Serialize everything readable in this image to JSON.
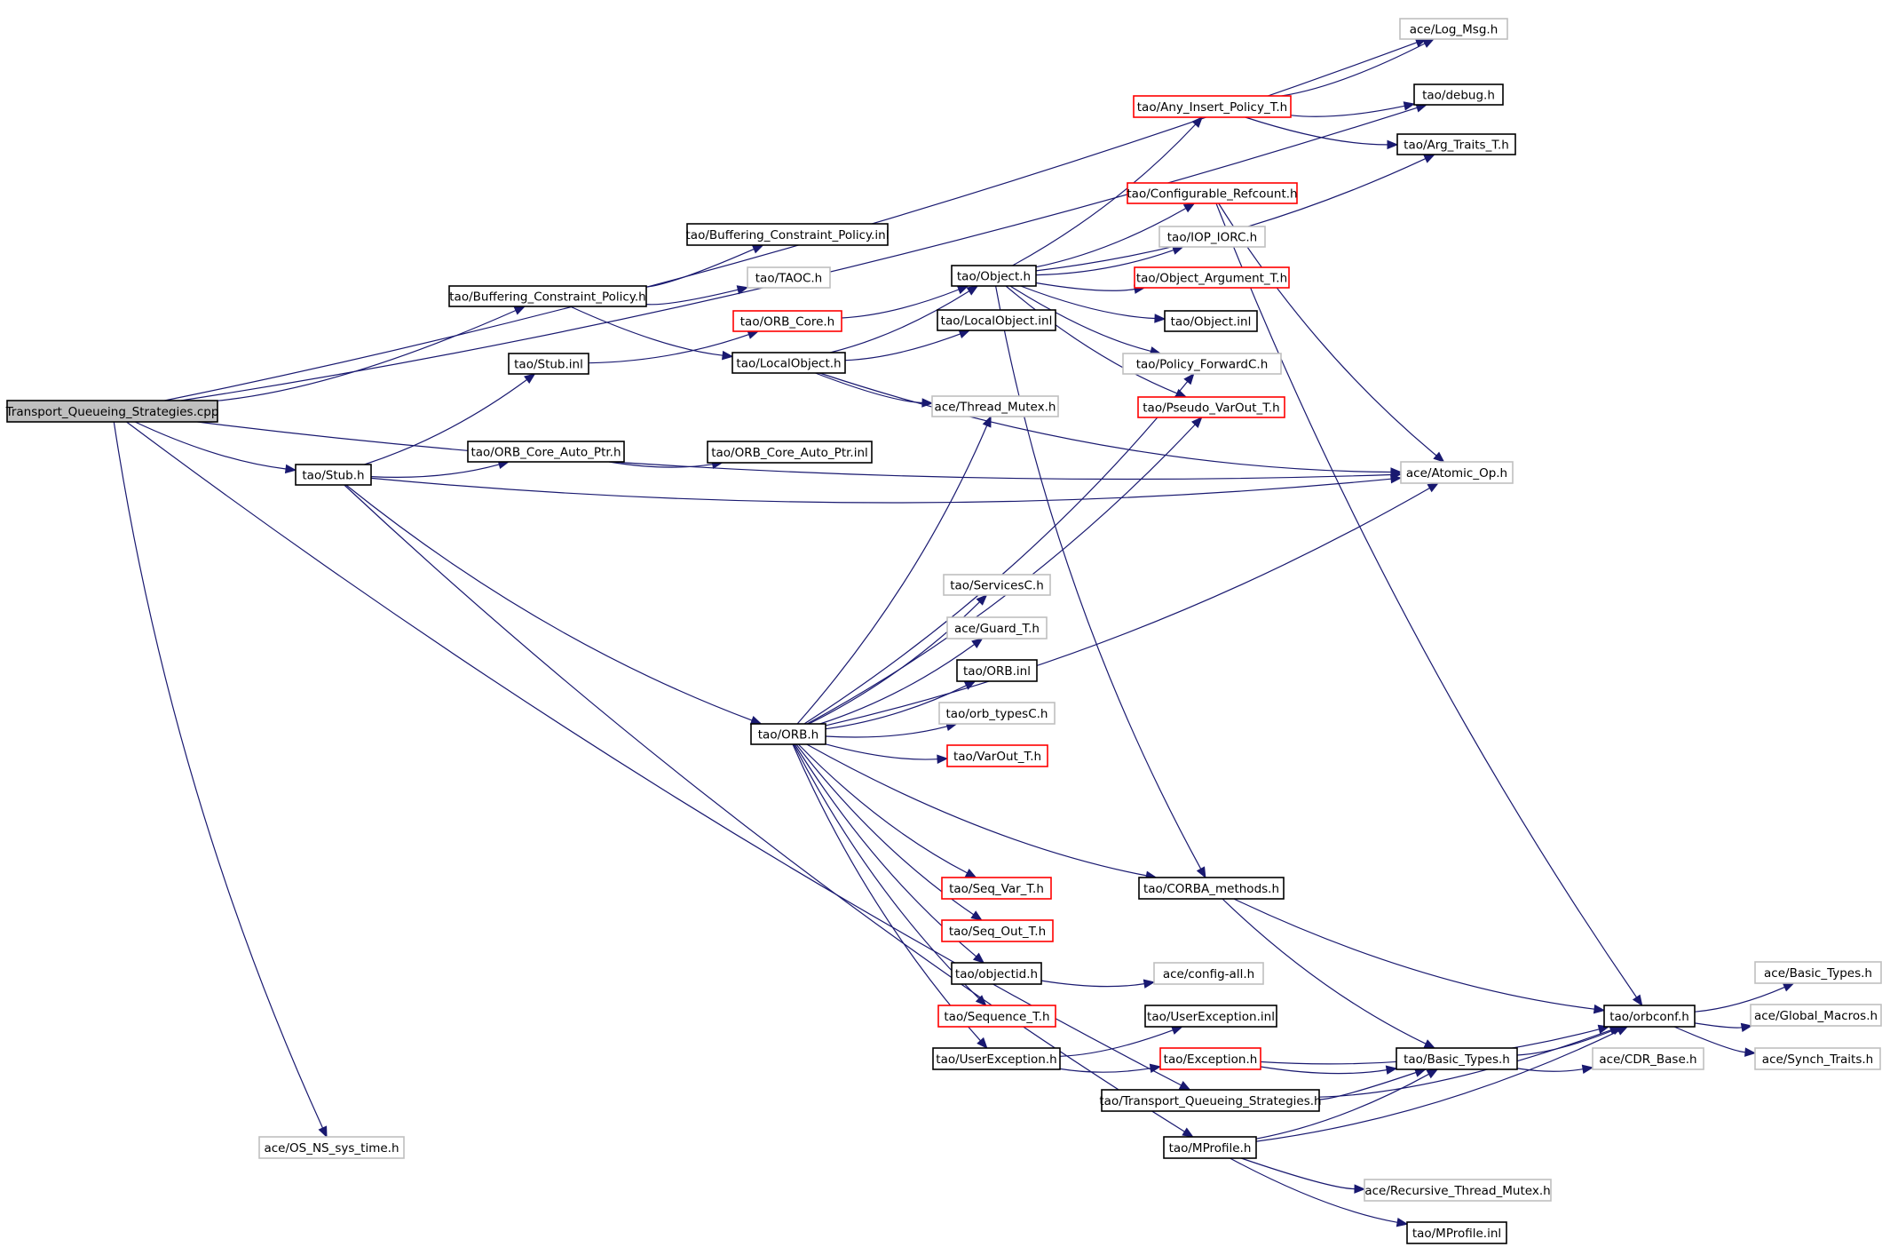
{
  "colors": {
    "edge": "#191970",
    "root_fill": "#bfbfbf",
    "documented_border": "#000000",
    "undocumented_border": "#bfbfbf",
    "incomplete_border": "#ff0000"
  },
  "nodes": [
    {
      "id": "root",
      "label": "Transport_Queueing_Strategies.cpp",
      "style": "root"
    },
    {
      "id": "log_msg",
      "label": "ace/Log_Msg.h",
      "style": "undocumented"
    },
    {
      "id": "debug",
      "label": "tao/debug.h",
      "style": "documented"
    },
    {
      "id": "arg_traits",
      "label": "tao/Arg_Traits_T.h",
      "style": "documented"
    },
    {
      "id": "any_insert",
      "label": "tao/Any_Insert_Policy_T.h",
      "style": "incomplete"
    },
    {
      "id": "conf_refcount",
      "label": "tao/Configurable_Refcount.h",
      "style": "incomplete"
    },
    {
      "id": "iop_iorc",
      "label": "tao/IOP_IORC.h",
      "style": "undocumented"
    },
    {
      "id": "obj_arg",
      "label": "tao/Object_Argument_T.h",
      "style": "incomplete"
    },
    {
      "id": "object_inl",
      "label": "tao/Object.inl",
      "style": "documented"
    },
    {
      "id": "policy_fwd",
      "label": "tao/Policy_ForwardC.h",
      "style": "undocumented"
    },
    {
      "id": "pseudo_varout",
      "label": "tao/Pseudo_VarOut_T.h",
      "style": "incomplete"
    },
    {
      "id": "atomic_op",
      "label": "ace/Atomic_Op.h",
      "style": "undocumented"
    },
    {
      "id": "bcp_inl",
      "label": "tao/Buffering_Constraint_Policy.inl",
      "style": "documented"
    },
    {
      "id": "bcp_h",
      "label": "tao/Buffering_Constraint_Policy.h",
      "style": "documented"
    },
    {
      "id": "taoc",
      "label": "tao/TAOC.h",
      "style": "undocumented"
    },
    {
      "id": "object_h",
      "label": "tao/Object.h",
      "style": "documented"
    },
    {
      "id": "orb_core",
      "label": "tao/ORB_Core.h",
      "style": "incomplete"
    },
    {
      "id": "localobj_inl",
      "label": "tao/LocalObject.inl",
      "style": "documented"
    },
    {
      "id": "localobj_h",
      "label": "tao/LocalObject.h",
      "style": "documented"
    },
    {
      "id": "thread_mutex",
      "label": "ace/Thread_Mutex.h",
      "style": "undocumented"
    },
    {
      "id": "stub_inl",
      "label": "tao/Stub.inl",
      "style": "documented"
    },
    {
      "id": "stub_h",
      "label": "tao/Stub.h",
      "style": "documented"
    },
    {
      "id": "orb_core_auto",
      "label": "tao/ORB_Core_Auto_Ptr.h",
      "style": "documented"
    },
    {
      "id": "orb_core_auto_inl",
      "label": "tao/ORB_Core_Auto_Ptr.inl",
      "style": "documented"
    },
    {
      "id": "servicesc",
      "label": "tao/ServicesC.h",
      "style": "undocumented"
    },
    {
      "id": "guard",
      "label": "ace/Guard_T.h",
      "style": "undocumented"
    },
    {
      "id": "orb_inl",
      "label": "tao/ORB.inl",
      "style": "documented"
    },
    {
      "id": "orb_typesc",
      "label": "tao/orb_typesC.h",
      "style": "undocumented"
    },
    {
      "id": "orb_h",
      "label": "tao/ORB.h",
      "style": "documented"
    },
    {
      "id": "varout",
      "label": "tao/VarOut_T.h",
      "style": "incomplete"
    },
    {
      "id": "seq_var",
      "label": "tao/Seq_Var_T.h",
      "style": "incomplete"
    },
    {
      "id": "corba_methods",
      "label": "tao/CORBA_methods.h",
      "style": "documented"
    },
    {
      "id": "seq_out",
      "label": "tao/Seq_Out_T.h",
      "style": "incomplete"
    },
    {
      "id": "objectid",
      "label": "tao/objectid.h",
      "style": "documented"
    },
    {
      "id": "config_all",
      "label": "ace/config-all.h",
      "style": "undocumented"
    },
    {
      "id": "sequence_t",
      "label": "tao/Sequence_T.h",
      "style": "incomplete"
    },
    {
      "id": "userexc_inl",
      "label": "tao/UserException.inl",
      "style": "documented"
    },
    {
      "id": "userexc_h",
      "label": "tao/UserException.h",
      "style": "documented"
    },
    {
      "id": "exception_h",
      "label": "tao/Exception.h",
      "style": "incomplete"
    },
    {
      "id": "basic_types_tao",
      "label": "tao/Basic_Types.h",
      "style": "documented"
    },
    {
      "id": "orbconf",
      "label": "tao/orbconf.h",
      "style": "documented"
    },
    {
      "id": "cdr_base",
      "label": "ace/CDR_Base.h",
      "style": "undocumented"
    },
    {
      "id": "basic_types_ace",
      "label": "ace/Basic_Types.h",
      "style": "undocumented"
    },
    {
      "id": "global_macros",
      "label": "ace/Global_Macros.h",
      "style": "undocumented"
    },
    {
      "id": "synch_traits",
      "label": "ace/Synch_Traits.h",
      "style": "undocumented"
    },
    {
      "id": "tqs_h",
      "label": "tao/Transport_Queueing_Strategies.h",
      "style": "documented"
    },
    {
      "id": "os_ns",
      "label": "ace/OS_NS_sys_time.h",
      "style": "undocumented"
    },
    {
      "id": "mprofile_h",
      "label": "tao/MProfile.h",
      "style": "documented"
    },
    {
      "id": "rec_thread_mutex",
      "label": "ace/Recursive_Thread_Mutex.h",
      "style": "undocumented"
    },
    {
      "id": "mprofile_inl",
      "label": "tao/MProfile.inl",
      "style": "documented"
    }
  ],
  "edges": [
    [
      "root",
      "log_msg"
    ],
    [
      "root",
      "debug"
    ],
    [
      "root",
      "bcp_h"
    ],
    [
      "root",
      "stub_h"
    ],
    [
      "root",
      "atomic_op"
    ],
    [
      "root",
      "tqs_h"
    ],
    [
      "root",
      "os_ns"
    ],
    [
      "bcp_h",
      "bcp_inl"
    ],
    [
      "bcp_h",
      "taoc"
    ],
    [
      "bcp_h",
      "localobj_h"
    ],
    [
      "stub_h",
      "stub_inl"
    ],
    [
      "stub_h",
      "orb_core_auto"
    ],
    [
      "stub_h",
      "atomic_op"
    ],
    [
      "stub_h",
      "orb_h"
    ],
    [
      "stub_h",
      "mprofile_h"
    ],
    [
      "stub_inl",
      "orb_core"
    ],
    [
      "orb_core",
      "object_h"
    ],
    [
      "orb_core_auto",
      "orb_core_auto_inl"
    ],
    [
      "localobj_h",
      "object_h"
    ],
    [
      "localobj_h",
      "localobj_inl"
    ],
    [
      "localobj_h",
      "thread_mutex"
    ],
    [
      "localobj_h",
      "atomic_op"
    ],
    [
      "object_h",
      "any_insert"
    ],
    [
      "object_h",
      "arg_traits"
    ],
    [
      "object_h",
      "conf_refcount"
    ],
    [
      "object_h",
      "iop_iorc"
    ],
    [
      "object_h",
      "obj_arg"
    ],
    [
      "object_h",
      "object_inl"
    ],
    [
      "object_h",
      "policy_fwd"
    ],
    [
      "object_h",
      "pseudo_varout"
    ],
    [
      "object_h",
      "corba_methods"
    ],
    [
      "any_insert",
      "log_msg"
    ],
    [
      "any_insert",
      "debug"
    ],
    [
      "any_insert",
      "arg_traits"
    ],
    [
      "conf_refcount",
      "atomic_op"
    ],
    [
      "conf_refcount",
      "orbconf"
    ],
    [
      "orb_h",
      "thread_mutex"
    ],
    [
      "orb_h",
      "policy_fwd"
    ],
    [
      "orb_h",
      "pseudo_varout"
    ],
    [
      "orb_h",
      "servicesc"
    ],
    [
      "orb_h",
      "guard"
    ],
    [
      "orb_h",
      "orb_inl"
    ],
    [
      "orb_h",
      "orb_typesc"
    ],
    [
      "orb_h",
      "varout"
    ],
    [
      "orb_h",
      "atomic_op"
    ],
    [
      "orb_h",
      "corba_methods"
    ],
    [
      "orb_h",
      "seq_var"
    ],
    [
      "orb_h",
      "seq_out"
    ],
    [
      "orb_h",
      "objectid"
    ],
    [
      "orb_h",
      "sequence_t"
    ],
    [
      "orb_h",
      "userexc_h"
    ],
    [
      "objectid",
      "config_all"
    ],
    [
      "corba_methods",
      "orbconf"
    ],
    [
      "corba_methods",
      "basic_types_tao"
    ],
    [
      "userexc_h",
      "userexc_inl"
    ],
    [
      "userexc_h",
      "exception_h"
    ],
    [
      "exception_h",
      "orbconf"
    ],
    [
      "exception_h",
      "basic_types_tao"
    ],
    [
      "tqs_h",
      "basic_types_tao"
    ],
    [
      "tqs_h",
      "orbconf"
    ],
    [
      "mprofile_h",
      "basic_types_tao"
    ],
    [
      "mprofile_h",
      "orbconf"
    ],
    [
      "mprofile_h",
      "rec_thread_mutex"
    ],
    [
      "mprofile_h",
      "mprofile_inl"
    ],
    [
      "basic_types_tao",
      "orbconf"
    ],
    [
      "basic_types_tao",
      "cdr_base"
    ],
    [
      "orbconf",
      "basic_types_ace"
    ],
    [
      "orbconf",
      "global_macros"
    ],
    [
      "orbconf",
      "synch_traits"
    ]
  ]
}
